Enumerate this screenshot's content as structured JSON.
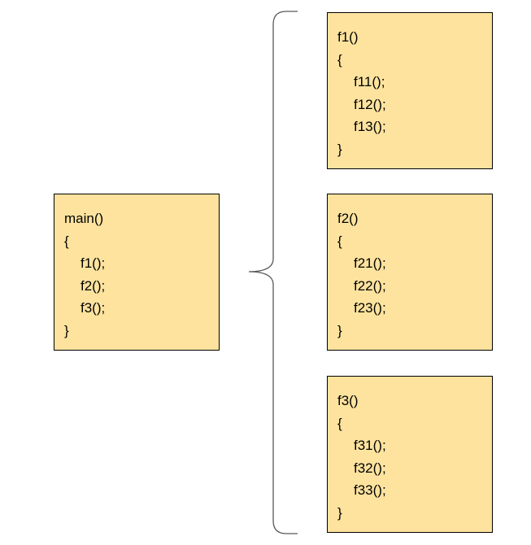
{
  "boxes": {
    "main": {
      "header": "main()",
      "open": "{",
      "calls": [
        "f1();",
        "f2();",
        "f3();"
      ],
      "close": "}"
    },
    "f1": {
      "header": "f1()",
      "open": "{",
      "calls": [
        "f11();",
        "f12();",
        "f13();"
      ],
      "close": "}"
    },
    "f2": {
      "header": "f2()",
      "open": "{",
      "calls": [
        "f21();",
        "f22();",
        "f23();"
      ],
      "close": "}"
    },
    "f3": {
      "header": "f3()",
      "open": "{",
      "calls": [
        "f31();",
        "f32();",
        "f33();"
      ],
      "close": "}"
    }
  },
  "colors": {
    "box_fill": "#fde39e",
    "box_border": "#000000",
    "brace_stroke": "#595959"
  }
}
